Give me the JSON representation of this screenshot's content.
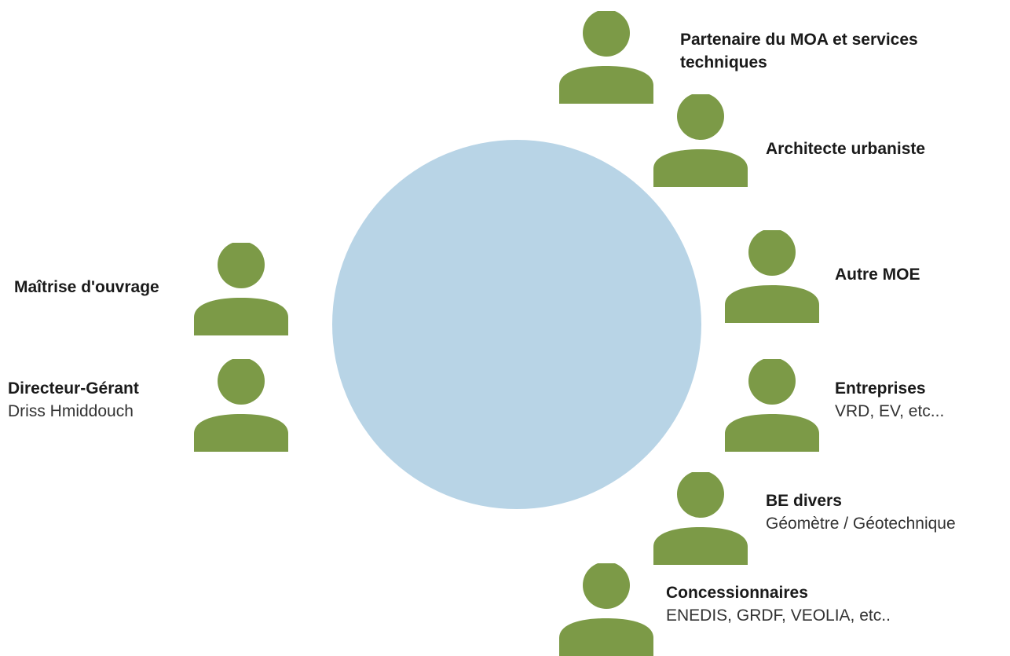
{
  "colors": {
    "hub": "#b8d4e6",
    "person": "#7c9a47",
    "text": "#1a1a1a"
  },
  "stakeholders": [
    {
      "title": "Partenaire du MOA et services techniques",
      "subtitle": ""
    },
    {
      "title": "Architecte urbaniste",
      "subtitle": ""
    },
    {
      "title": "Autre MOE",
      "subtitle": ""
    },
    {
      "title": "Entreprises",
      "subtitle": "VRD, EV, etc..."
    },
    {
      "title": "BE divers",
      "subtitle": "Géomètre / Géotechnique"
    },
    {
      "title": "Concessionnaires",
      "subtitle": "ENEDIS, GRDF, VEOLIA, etc.."
    },
    {
      "title": "Maîtrise d'ouvrage",
      "subtitle": ""
    },
    {
      "title": "Directeur-Gérant",
      "subtitle": "Driss Hmiddouch"
    }
  ]
}
